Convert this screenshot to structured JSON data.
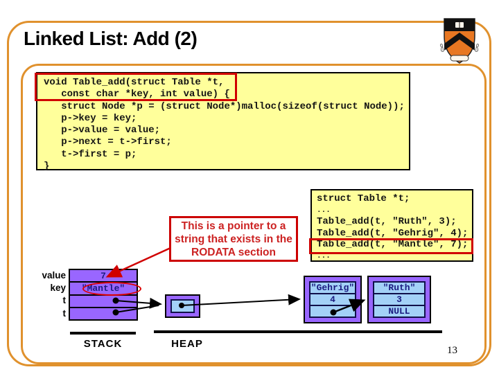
{
  "slide": {
    "title": "Linked List: Add (2)",
    "page_number": "13"
  },
  "function_code": {
    "code": "void Table_add(struct Table *t,\n   const char *key, int value) {\n   struct Node *p = (struct Node*)malloc(sizeof(struct Node));\n   p->key = key;\n   p->value = value;\n   p->next = t->first;\n   t->first = p;\n}"
  },
  "client_code": {
    "lines": [
      "struct Table *t;",
      "...",
      "Table_add(t, \"Ruth\", 3);",
      "Table_add(t, \"Gehrig\", 4);",
      "Table_add(t, \"Mantle\", 7);",
      "..."
    ]
  },
  "callout": {
    "text": "This is a pointer to a string that exists in the RODATA section"
  },
  "stack": {
    "section_label": "STACK",
    "labels": [
      "value",
      "key",
      "t",
      "t"
    ],
    "cells": {
      "value": "7",
      "key": "\"Mantle\""
    }
  },
  "heap": {
    "section_label": "HEAP",
    "gehrig_node": {
      "key": "\"Gehrig\"",
      "value": "4"
    },
    "ruth_node": {
      "key": "\"Ruth\"",
      "value": "3",
      "next": "NULL"
    }
  },
  "icons": {
    "logo": "princeton-shield"
  },
  "colors": {
    "accent_orange": "#E0912D",
    "highlight_red": "#D00000",
    "callout_red": "#CC2222",
    "code_bg": "#FFFF9B",
    "cell_purple": "#9966FF",
    "cell_blue": "#A3D1F7",
    "navy_text": "#1A1A80"
  }
}
